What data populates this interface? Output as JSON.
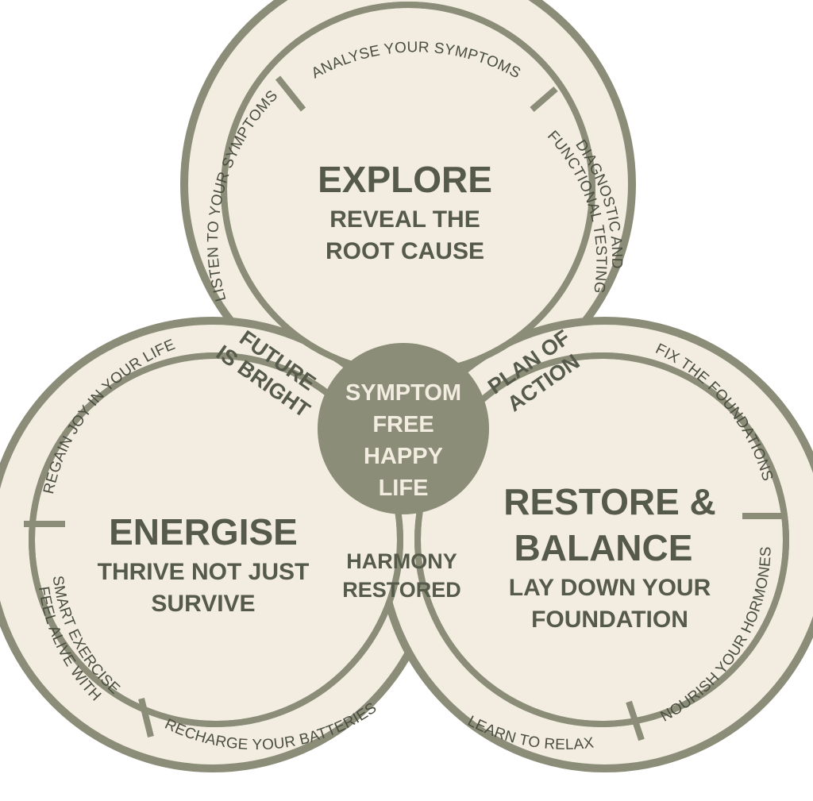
{
  "colors": {
    "ring": "#8b8d78",
    "fill": "#f2ece1",
    "text": "#555a4a",
    "center": "#8b8d78",
    "center_text": "#f2ece1"
  },
  "explore": {
    "title": "EXPLORE",
    "sub1": "REVEAL THE",
    "sub2": "ROOT CAUSE",
    "ring_labels": [
      "LISTEN TO YOUR SYMPTOMS",
      "ANALYSE YOUR SYMPTOMS",
      "DIAGNOSTIC AND",
      "FUNCTIONAL TESTING"
    ]
  },
  "energise": {
    "title": "ENERGISE",
    "sub1": "THRIVE NOT JUST",
    "sub2": "SURVIVE",
    "ring_labels": [
      "REGAIN JOY IN YOUR LIFE",
      "FEEL ALIVE WITH",
      "SMART EXERCISE",
      "RECHARGE YOUR BATTERIES"
    ]
  },
  "restore": {
    "title1": "RESTORE &",
    "title2": "BALANCE",
    "sub1": "LAY DOWN YOUR",
    "sub2": "FOUNDATION",
    "ring_labels": [
      "FIX THE FOUNDATIONS",
      "NOURISH YOUR HORMONES",
      "LEARN TO RELAX"
    ]
  },
  "overlaps": {
    "explore_energise": [
      "FUTURE",
      "IS BRIGHT"
    ],
    "explore_restore": [
      "PLAN OF",
      "ACTION"
    ],
    "energise_restore": [
      "HARMONY",
      "RESTORED"
    ]
  },
  "center": {
    "lines": [
      "SYMPTOM",
      "FREE",
      "HAPPY",
      "LIFE"
    ]
  }
}
